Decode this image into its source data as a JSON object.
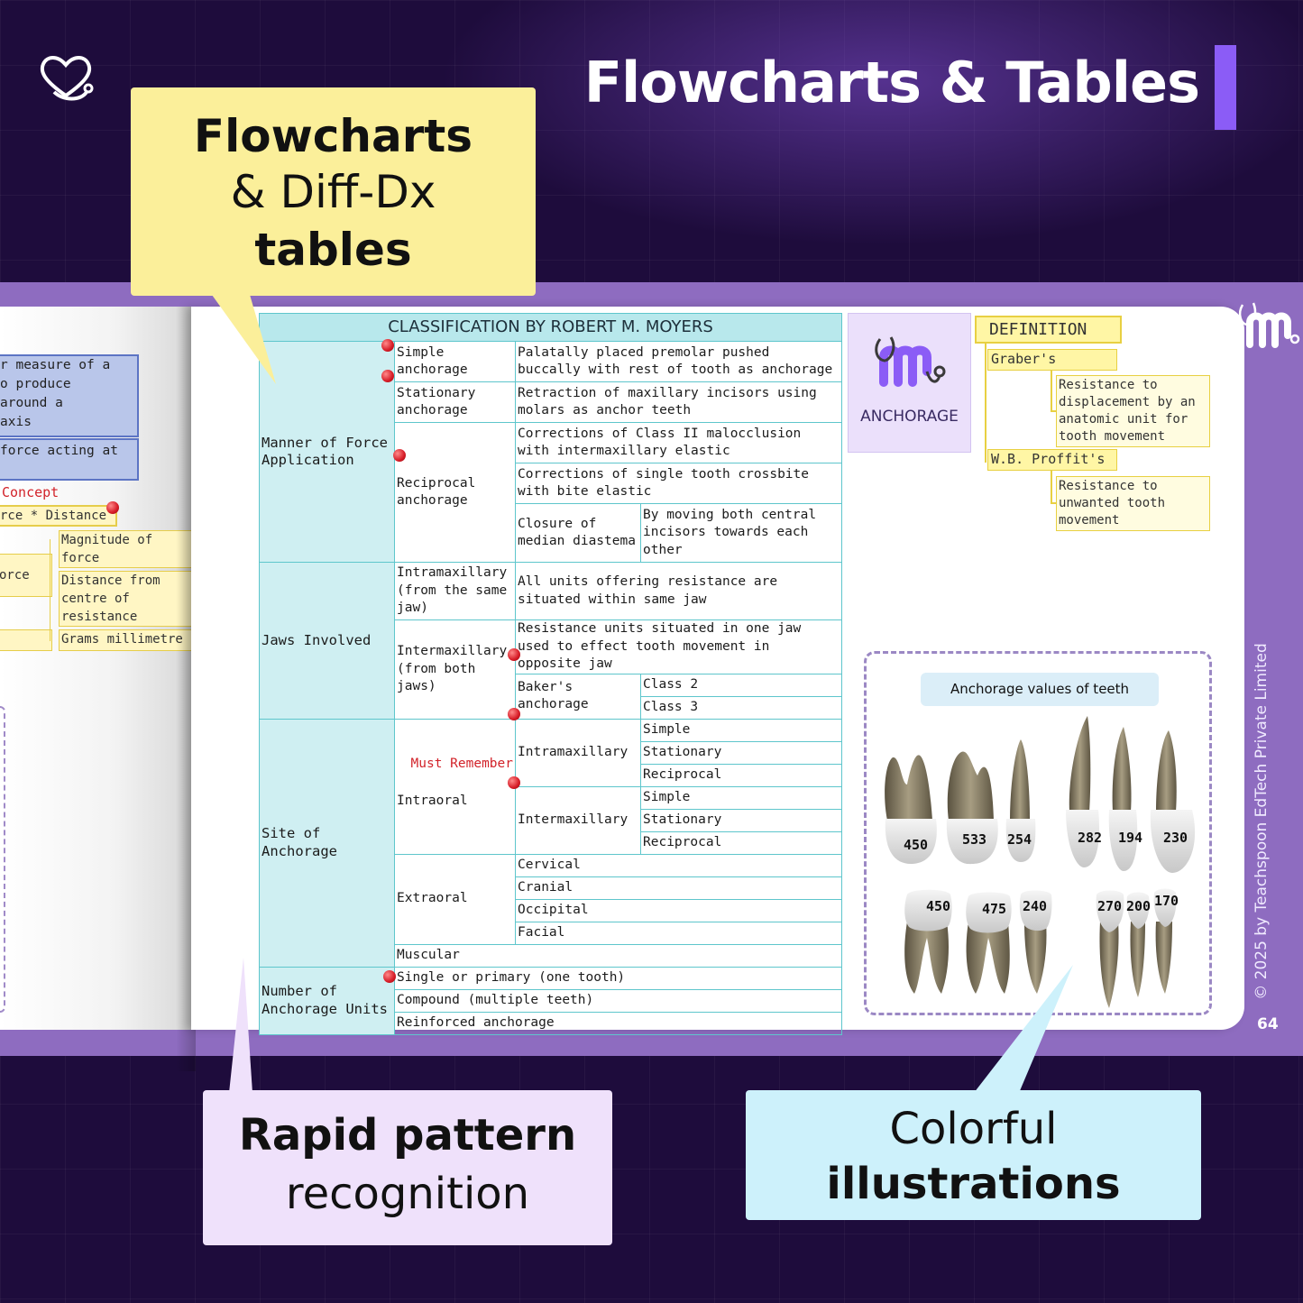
{
  "header": {
    "title": "Flowcharts & Tables"
  },
  "callouts": {
    "top": {
      "line1": "Flowcharts",
      "line2": "& Diff-Dx",
      "line3": "tables"
    },
    "bottom_left": {
      "line1": "Rapid pattern",
      "line2": "recognition"
    },
    "bottom_right": {
      "line1": "Colorful",
      "line2": "illustrations"
    }
  },
  "left_page": {
    "box1": [
      "r measure of a",
      "o produce",
      "around a",
      "axis"
    ],
    "box2": "force acting at",
    "concept": "Concept",
    "formula": "rce * Distance",
    "force": "orce",
    "magnitude": "Magnitude of force",
    "distance": "Distance from centre of resistance",
    "units": "Grams millimetre"
  },
  "table": {
    "title": "CLASSIFICATION BY ROBERT M. MOYERS",
    "manner": "Manner of Force Application",
    "simple_anchorage": "Simple anchorage",
    "simple_desc": "Palatally placed premolar pushed buccally with rest of tooth as anchorage",
    "stationary_anchorage": "Stationary anchorage",
    "stationary_desc": "Retraction of maxillary incisors using molars as anchor teeth",
    "reciprocal_anchorage": "Reciprocal anchorage",
    "recip_1": "Corrections of Class II malocclusion with intermaxillary elastic",
    "recip_2": "Corrections of single tooth crossbite with bite elastic",
    "recip_3a": "Closure of median diastema",
    "recip_3b": "By moving both central incisors towards each other",
    "jaws": "Jaws Involved",
    "intramax_jaw": "Intramaxillary (from the same jaw)",
    "intramax_desc": "All units offering resistance are situated within same jaw",
    "intermax_jaw": "Intermaxillary (from both jaws)",
    "intermax_desc": "Resistance units situated in one jaw used to effect tooth movement in opposite jaw",
    "bakers": "Baker's anchorage",
    "class2": "Class 2",
    "class3": "Class 3",
    "site": "Site of Anchorage",
    "intraoral": "Intraoral",
    "must_remember": "Must Remember",
    "intramaxillary": "Intramaxillary",
    "intermaxillary": "Intermaxillary",
    "simple": "Simple",
    "stationary": "Stationary",
    "reciprocal": "Reciprocal",
    "extraoral": "Extraoral",
    "cervical": "Cervical",
    "cranial": "Cranial",
    "occipital": "Occipital",
    "facial": "Facial",
    "muscular": "Muscular",
    "units": "Number of Anchorage Units",
    "single": "Single or primary (one tooth)",
    "compound": "Compound (multiple teeth)",
    "reinforced": "Reinforced anchorage"
  },
  "anchorage_card": {
    "label": "ANCHORAGE"
  },
  "definition": {
    "heading": "DEFINITION",
    "graber": "Graber's",
    "graber_def": "Resistance to displacement by an anatomic unit for tooth movement",
    "proffit": "W.B. Proffit's",
    "proffit_def": "Resistance to unwanted tooth movement"
  },
  "teeth": {
    "title": "Anchorage values of teeth",
    "upper": [
      "450",
      "533",
      "254",
      "282",
      "194",
      "230"
    ],
    "lower": [
      "450",
      "475",
      "240",
      "270",
      "200",
      "170"
    ]
  },
  "footer": {
    "copyright": "© 2025 by Teachspoon EdTech Private Limited",
    "page_number": "64"
  },
  "colors": {
    "accent": "#8b5cf6",
    "table_border": "#5ec6cc",
    "pin": "#d61b26",
    "background": "#1e0c3c"
  },
  "icons": [
    "heart-stethoscope-logo-icon",
    "pushpin-icon",
    "m-stethoscope-logo-icon"
  ]
}
